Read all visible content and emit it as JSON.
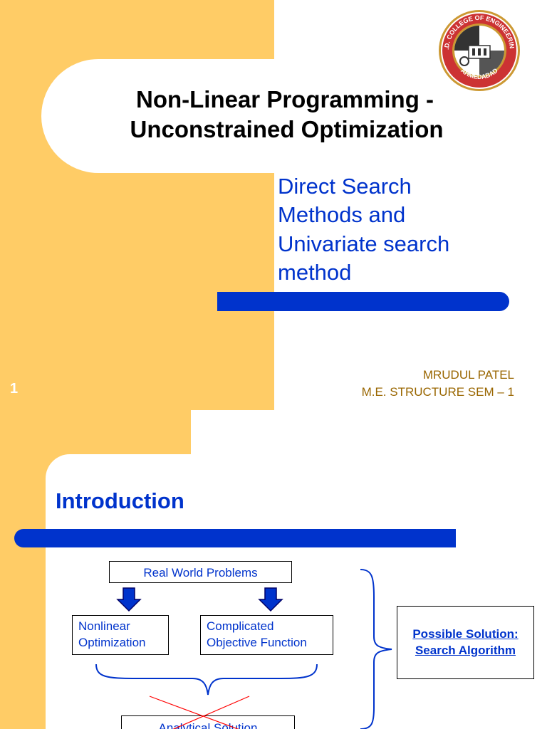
{
  "slide1": {
    "title_line1": "Non-Linear Programming -",
    "title_line2": "Unconstrained Optimization",
    "subtitle_lines": [
      "Direct Search",
      "Methods and",
      "Univariate search",
      "method"
    ],
    "author_name": "MRUDUL PATEL",
    "author_course": "M.E. STRUCTURE SEM – 1",
    "slide_number": "1",
    "logo": {
      "ring_text": "L.D. COLLEGE OF ENGINEERING",
      "bottom_text": "AHMEDABAD"
    }
  },
  "slide2": {
    "title": "Introduction",
    "real_world_label": "Real World Problems",
    "nonlinear_line1": "Nonlinear",
    "nonlinear_line2": "Optimization",
    "complicated_line1": "Complicated",
    "complicated_line2": "Objective Function",
    "solution_line1": "Possible Solution:",
    "solution_line2": "Search Algorithm",
    "analytical_label": "Analytical Solution"
  },
  "colors": {
    "orange": "#FFCC66",
    "blue": "#0033CC",
    "author": "#996600",
    "crossout": "#FF0000",
    "logo_ring": "#CC3333",
    "logo_gold": "#CC9933"
  },
  "icons": [
    "logo-seal",
    "down-arrow-icon",
    "curly-brace-icon"
  ]
}
